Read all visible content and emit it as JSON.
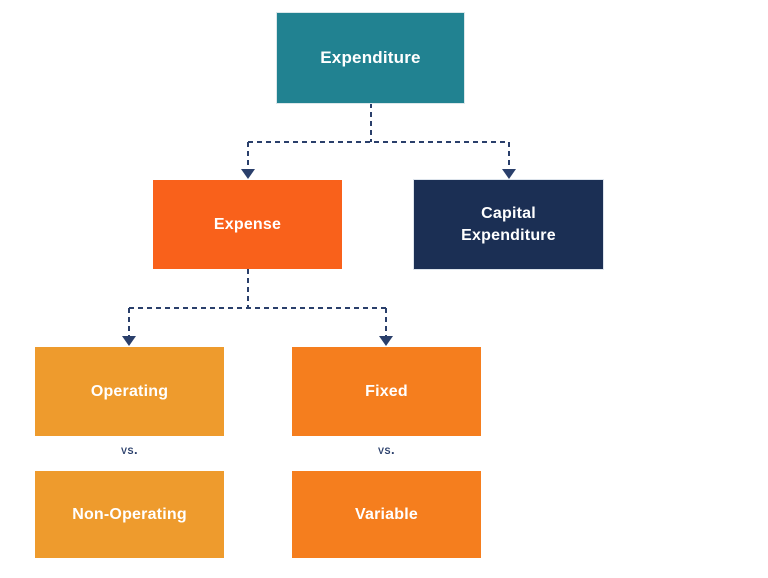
{
  "diagram": {
    "background_color": "#FFFFFF",
    "nodes": {
      "expenditure": {
        "label": "Expenditure",
        "color": "#218291",
        "text_color": "#FFFFFF"
      },
      "expense": {
        "label": "Expense",
        "color": "#F9611B",
        "text_color": "#FFFFFF"
      },
      "capital_expenditure": {
        "label": "Capital Expenditure",
        "color": "#1B2F54",
        "text_color": "#FFFFFF"
      },
      "operating": {
        "label": "Operating",
        "color": "#EE9B2D",
        "text_color": "#FFFFFF"
      },
      "fixed": {
        "label": "Fixed",
        "color": "#F57E1E",
        "text_color": "#FFFFFF"
      },
      "non_operating": {
        "label": "Non-Operating",
        "color": "#EE9B2D",
        "text_color": "#FFFFFF"
      },
      "variable": {
        "label": "Variable",
        "color": "#F57E1E",
        "text_color": "#FFFFFF"
      }
    },
    "labels": {
      "vs_left": "vs.",
      "vs_right": "vs."
    },
    "connectors": {
      "color": "#2A3F6B",
      "line_style": "dashed",
      "arrow_style": "solid-triangle-down",
      "edges": [
        {
          "from": "expenditure",
          "to": "expense"
        },
        {
          "from": "expenditure",
          "to": "capital_expenditure"
        },
        {
          "from": "expense",
          "to": "operating"
        },
        {
          "from": "expense",
          "to": "fixed"
        }
      ]
    }
  }
}
